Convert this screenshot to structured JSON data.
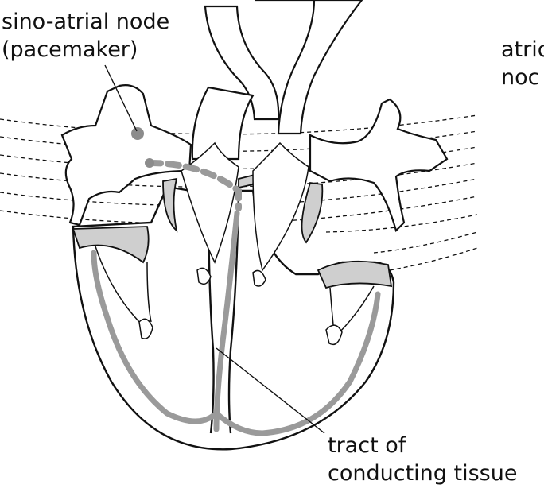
{
  "labels": {
    "sa_node_line1": "sino-atrial node",
    "sa_node_line2": "(pacemaker)",
    "av_node_line1": "atric",
    "av_node_line2": "noc",
    "tract_line1": "tract of",
    "tract_line2": "conducting tissue"
  },
  "colors": {
    "outline": "#111111",
    "conducting_tissue": "#9a9a9a",
    "valve_fill": "#cfcfcf",
    "node": "#8c8c8c",
    "background": "#ffffff"
  }
}
